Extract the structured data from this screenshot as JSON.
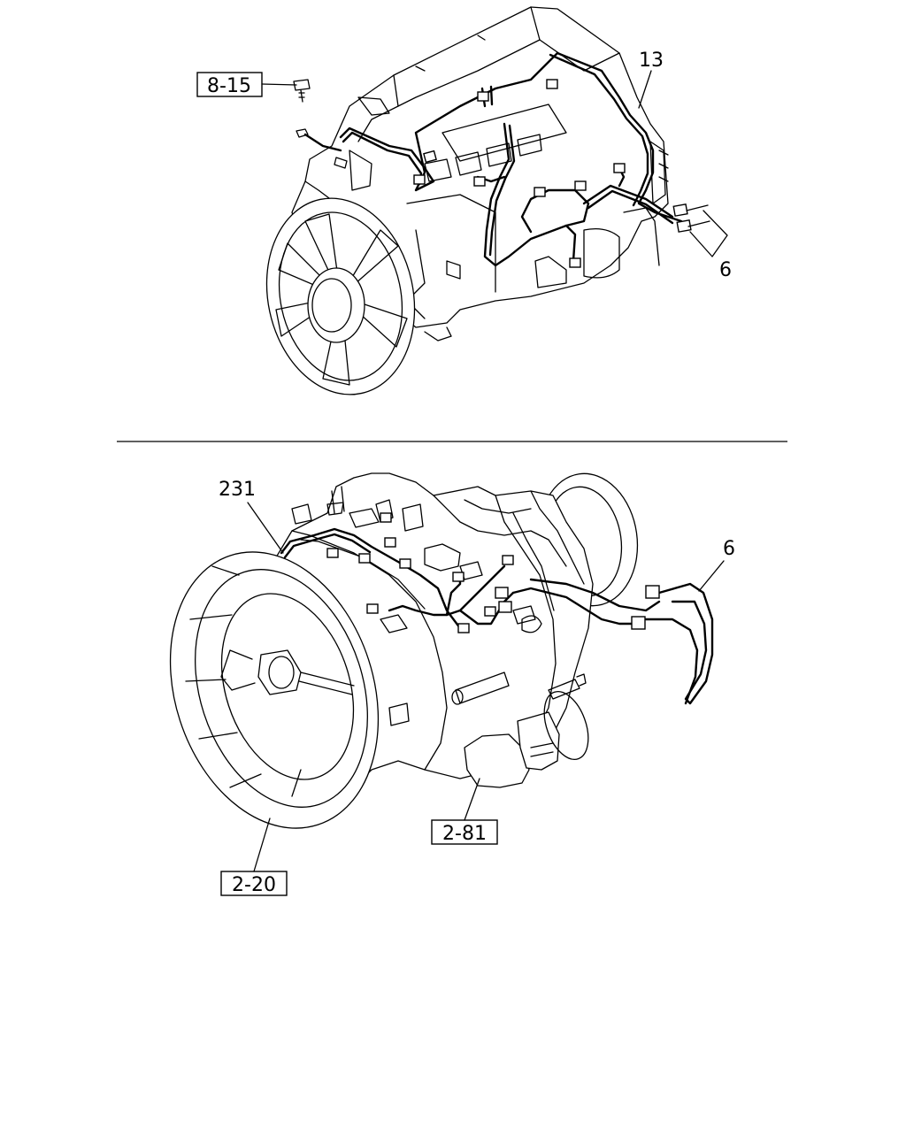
{
  "callouts": {
    "top_ref_box": "8-15",
    "top_harness": "13",
    "top_connector": "6",
    "bottom_harness": "231",
    "bottom_connector": "6",
    "bottom_ref_box_right": "2-81",
    "bottom_ref_box_left": "2-20"
  },
  "colors": {
    "ink": "#000000",
    "paper": "#ffffff"
  }
}
